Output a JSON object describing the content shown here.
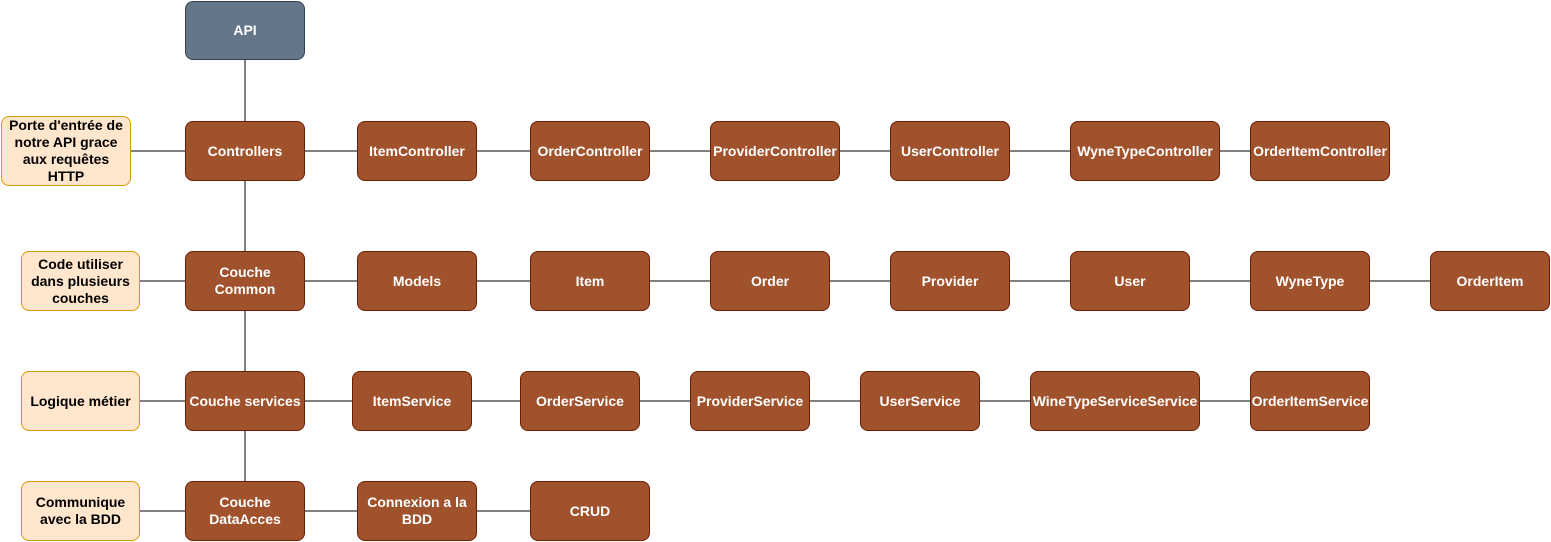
{
  "nodes": {
    "api": "API",
    "note_controllers": "Porte d'entrée de notre API grace aux requêtes HTTP",
    "controllers": "Controllers",
    "item_controller": "ItemController",
    "order_controller": "OrderController",
    "provider_controller": "ProviderController",
    "user_controller": "UserController",
    "wynetype_controller": "WyneTypeController",
    "orderitem_controller": "OrderItemController",
    "note_common": "Code utiliser dans plusieurs couches",
    "common": "Couche Common",
    "models": "Models",
    "item": "Item",
    "order": "Order",
    "provider": "Provider",
    "user": "User",
    "wynetype": "WyneType",
    "orderitem": "OrderItem",
    "note_services": "Logique métier",
    "services": "Couche services",
    "item_service": "ItemService",
    "order_service": "OrderService",
    "provider_service": "ProviderService",
    "user_service": "UserService",
    "winetype_service": "WineTypeServiceService",
    "orderitem_service": "OrderItemService",
    "note_dataacces": "Communique avec la BDD",
    "dataacces": "Couche DataAcces",
    "connexion": "Connexion a la BDD",
    "crud": "CRUD"
  },
  "edges": [
    [
      "api",
      "controllers"
    ],
    [
      "controllers",
      "common"
    ],
    [
      "common",
      "services"
    ],
    [
      "services",
      "dataacces"
    ],
    [
      "note_controllers",
      "controllers"
    ],
    [
      "controllers",
      "item_controller"
    ],
    [
      "item_controller",
      "order_controller"
    ],
    [
      "order_controller",
      "provider_controller"
    ],
    [
      "provider_controller",
      "user_controller"
    ],
    [
      "user_controller",
      "wynetype_controller"
    ],
    [
      "wynetype_controller",
      "orderitem_controller"
    ],
    [
      "note_common",
      "common"
    ],
    [
      "common",
      "models"
    ],
    [
      "models",
      "item"
    ],
    [
      "item",
      "order"
    ],
    [
      "order",
      "provider"
    ],
    [
      "provider",
      "user"
    ],
    [
      "user",
      "wynetype"
    ],
    [
      "wynetype",
      "orderitem"
    ],
    [
      "note_services",
      "services"
    ],
    [
      "services",
      "item_service"
    ],
    [
      "item_service",
      "order_service"
    ],
    [
      "order_service",
      "provider_service"
    ],
    [
      "provider_service",
      "user_service"
    ],
    [
      "user_service",
      "winetype_service"
    ],
    [
      "winetype_service",
      "orderitem_service"
    ],
    [
      "note_dataacces",
      "dataacces"
    ],
    [
      "dataacces",
      "connexion"
    ],
    [
      "connexion",
      "crud"
    ]
  ],
  "colors": {
    "api_fill": "#647687",
    "brown_fill": "#A0522D",
    "note_fill": "#FFE6CC",
    "edge": "#000000"
  }
}
